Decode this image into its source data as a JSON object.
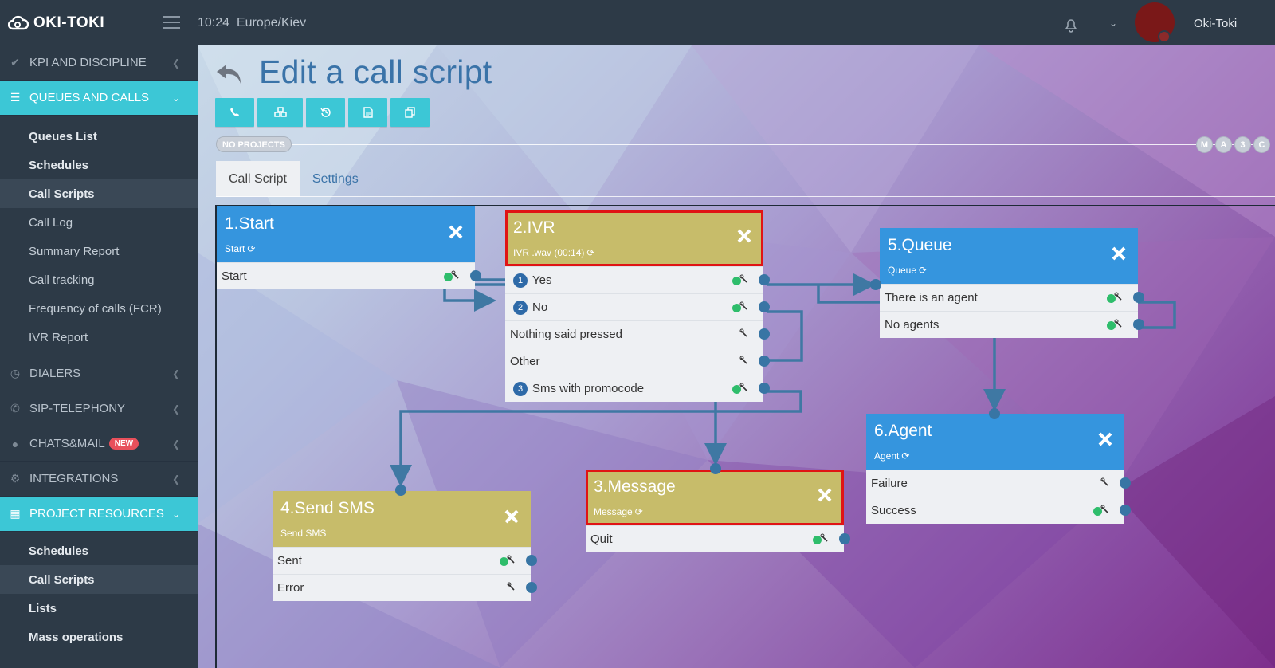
{
  "app": {
    "logo_text": "OKI-TOKI",
    "time": "10:24",
    "timezone": "Europe/Kiev",
    "user": "Oki-Toki"
  },
  "sidebar": {
    "kpi": "KPI AND DISCIPLINE",
    "queues": "QUEUES AND CALLS",
    "queues_items": [
      "Queues List",
      "Schedules",
      "Call Scripts",
      "Call Log",
      "Summary Report",
      "Call tracking",
      "Frequency of calls (FCR)",
      "IVR Report"
    ],
    "dialers": "DIALERS",
    "sip": "SIP-TELEPHONY",
    "chats": "CHATS&MAIL",
    "chats_badge": "NEW",
    "integrations": "INTEGRATIONS",
    "resources": "PROJECT RESOURCES",
    "resources_items": [
      "Schedules",
      "Call Scripts",
      "Lists",
      "Mass operations"
    ]
  },
  "page": {
    "title": "Edit a call script",
    "projects_badge": "NO PROJECTS",
    "pills": [
      "M",
      "A",
      "3",
      "C"
    ],
    "tabs": [
      "Call Script",
      "Settings"
    ]
  },
  "nodes": {
    "start": {
      "title": "1.Start",
      "sub": "Start",
      "rows": [
        "Start"
      ]
    },
    "ivr": {
      "title": "2.IVR",
      "sub": "IVR .wav (00:14)",
      "rows": [
        "Yes",
        "No",
        "Nothing said pressed",
        "Other",
        "Sms with promocode"
      ],
      "nums": [
        "1",
        "2",
        "",
        "",
        "3"
      ]
    },
    "message": {
      "title": "3.Message",
      "sub": "Message",
      "rows": [
        "Quit"
      ]
    },
    "sms": {
      "title": "4.Send SMS",
      "sub": "Send SMS",
      "rows": [
        "Sent",
        "Error"
      ]
    },
    "queue": {
      "title": "5.Queue",
      "sub": "Queue",
      "rows": [
        "There is an agent",
        "No agents"
      ]
    },
    "agent": {
      "title": "6.Agent",
      "sub": "Agent",
      "rows": [
        "Failure",
        "Success"
      ]
    }
  },
  "colors": {
    "accent": "#3cc7d6",
    "node_blue": "#3595de",
    "node_olive": "#c7bc6a",
    "wire": "#3f78a3",
    "highlight": "#e01414"
  }
}
